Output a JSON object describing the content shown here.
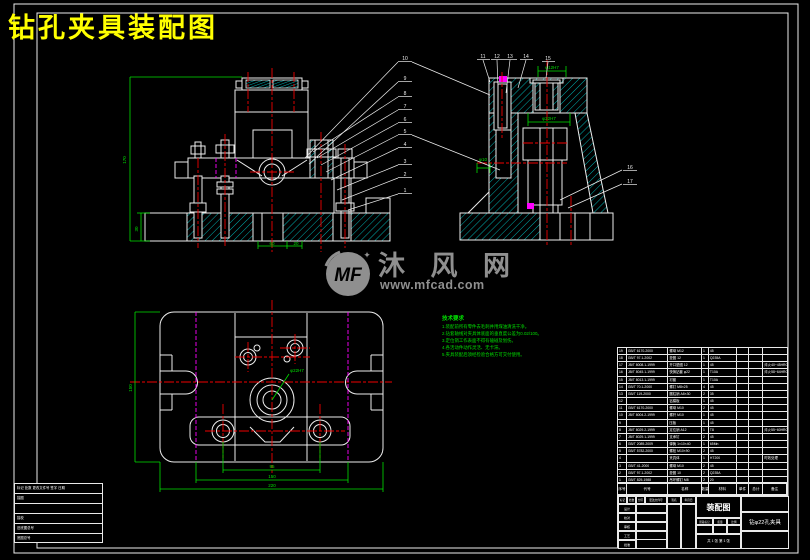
{
  "title": "钻孔夹具装配图",
  "watermark": {
    "brand": "沐 风 网",
    "url": "www.mfcad.com",
    "logo": "MF",
    "sparkle": "✦"
  },
  "colors": {
    "outline": "#ededed",
    "hatch": "#00dcdc",
    "centerline": "#f00000",
    "dimension": "#00e000",
    "hidden": "#ff00ff",
    "title": "#ffff00",
    "watermark": "#8f8f8f"
  },
  "notes": {
    "heading": "技术要求",
    "lines": [
      "1.装配前所有零件去毛刺并用煤油清洗干净。",
      "2.钻套轴线对夹具体底面的垂直度公差为0.02/100。",
      "3.定位销工作表面不得有磕碰及划伤。",
      "4.各活动件动作灵活、无卡滞。",
      "5.夹具装配后须经检验合格方可交付使用。"
    ]
  },
  "dimensions": {
    "front_height": "170",
    "front_base_height": "30",
    "front_bottom_a": "60",
    "front_bottom_b": "20",
    "side_bush": "φ22H7",
    "side_top": "φ12H7",
    "side_pin": "φ10",
    "plan_left": "150",
    "plan_bottom_a": "95",
    "plan_bottom_b": "150",
    "plan_bottom_c": "220",
    "plan_center_hole": "φ22H7"
  },
  "balloons": {
    "left_column": [
      "10",
      "9",
      "8",
      "7",
      "6",
      "5",
      "4",
      "3",
      "2",
      "1"
    ],
    "top_row": [
      "11",
      "12",
      "13",
      "14",
      "15"
    ],
    "right_side": [
      "16",
      "17"
    ]
  },
  "parts_table": {
    "headers": [
      "序号",
      "代号",
      "名称",
      "数量",
      "材料",
      "单件",
      "总计",
      "备注"
    ],
    "rows": [
      {
        "no": "19",
        "code": "GB/T 6170-2000",
        "name": "螺母 M12",
        "qty": "1",
        "mat": "45",
        "w1": "",
        "w2": "",
        "rem": ""
      },
      {
        "no": "18",
        "code": "GB/T 97.1-2002",
        "name": "垫圈 12",
        "qty": "1",
        "mat": "Q235A",
        "w1": "",
        "w2": "",
        "rem": ""
      },
      {
        "no": "17",
        "code": "JB/T 8008.1-1999",
        "name": "开口垫圈 12",
        "qty": "1",
        "mat": "45",
        "w1": "",
        "w2": "",
        "rem": "淬火40~45HRC"
      },
      {
        "no": "16",
        "code": "JB/T 8045.1-1999",
        "name": "快换钻套 φ22",
        "qty": "1",
        "mat": "T10A",
        "w1": "",
        "w2": "",
        "rem": "淬火58~64HRC"
      },
      {
        "no": "15",
        "code": "JB/T 8013.1-1999",
        "name": "衬套",
        "qty": "1",
        "mat": "T10A",
        "w1": "",
        "w2": "",
        "rem": ""
      },
      {
        "no": "14",
        "code": "GB/T 70.1-2000",
        "name": "螺钉 M8×25",
        "qty": "4",
        "mat": "45",
        "w1": "",
        "w2": "",
        "rem": ""
      },
      {
        "no": "13",
        "code": "GB/T 119-2000",
        "name": "圆柱销 A8×30",
        "qty": "2",
        "mat": "35",
        "w1": "",
        "w2": "",
        "rem": ""
      },
      {
        "no": "12",
        "code": "",
        "name": "钻模板",
        "qty": "1",
        "mat": "45",
        "w1": "",
        "w2": "",
        "rem": ""
      },
      {
        "no": "11",
        "code": "GB/T 6170-2000",
        "name": "螺母 M10",
        "qty": "2",
        "mat": "45",
        "w1": "",
        "w2": "",
        "rem": ""
      },
      {
        "no": "10",
        "code": "JB/T 8004.2-1999",
        "name": "螺杆 M10",
        "qty": "1",
        "mat": "45",
        "w1": "",
        "w2": "",
        "rem": ""
      },
      {
        "no": "9",
        "code": "",
        "name": "压板",
        "qty": "1",
        "mat": "45",
        "w1": "",
        "w2": "",
        "rem": ""
      },
      {
        "no": "8",
        "code": "JB/T 8029.2-1999",
        "name": "定位销 A12",
        "qty": "1",
        "mat": "T8",
        "w1": "",
        "w2": "",
        "rem": "淬火55~60HRC"
      },
      {
        "no": "7",
        "code": "JB/T 8029.1-1999",
        "name": "支承钉",
        "qty": "2",
        "mat": "45",
        "w1": "",
        "w2": "",
        "rem": ""
      },
      {
        "no": "6",
        "code": "GB/T 2089-2009",
        "name": "弹簧 1×10×40",
        "qty": "1",
        "mat": "65Mn",
        "w1": "",
        "w2": "",
        "rem": ""
      },
      {
        "no": "5",
        "code": "GB/T 5782-2000",
        "name": "螺栓 M10×90",
        "qty": "2",
        "mat": "45",
        "w1": "",
        "w2": "",
        "rem": ""
      },
      {
        "no": "4",
        "code": "",
        "name": "夹具体",
        "qty": "1",
        "mat": "HT200",
        "w1": "",
        "w2": "",
        "rem": "时效处理"
      },
      {
        "no": "3",
        "code": "GB/T 41-2000",
        "name": "螺母 M10",
        "qty": "2",
        "mat": "45",
        "w1": "",
        "w2": "",
        "rem": ""
      },
      {
        "no": "2",
        "code": "GB/T 97.1-2002",
        "name": "垫圈 10",
        "qty": "2",
        "mat": "Q235A",
        "w1": "",
        "w2": "",
        "rem": ""
      },
      {
        "no": "1",
        "code": "GB/T 825-1988",
        "name": "吊环螺钉 M8",
        "qty": "2",
        "mat": "20",
        "w1": "",
        "w2": "",
        "rem": ""
      }
    ]
  },
  "title_block": {
    "doc_type": "装配图",
    "drawing_no": "钻φ22孔夹具",
    "left_header": [
      "标记",
      "处数",
      "分区",
      "更改文件号",
      "签名",
      "年月日"
    ],
    "sign_rows": [
      "设计",
      "校对",
      "审核",
      "工艺",
      "批准"
    ],
    "stage": [
      "阶段标记",
      "质量",
      "比例"
    ],
    "sheet_info": "共 1 张 第 1 张"
  },
  "corner_table": {
    "rows": [
      "标记 处数 更改文件号 签字 日期",
      "描图",
      "",
      "描校",
      "旧底图总号",
      "底图总号"
    ]
  }
}
